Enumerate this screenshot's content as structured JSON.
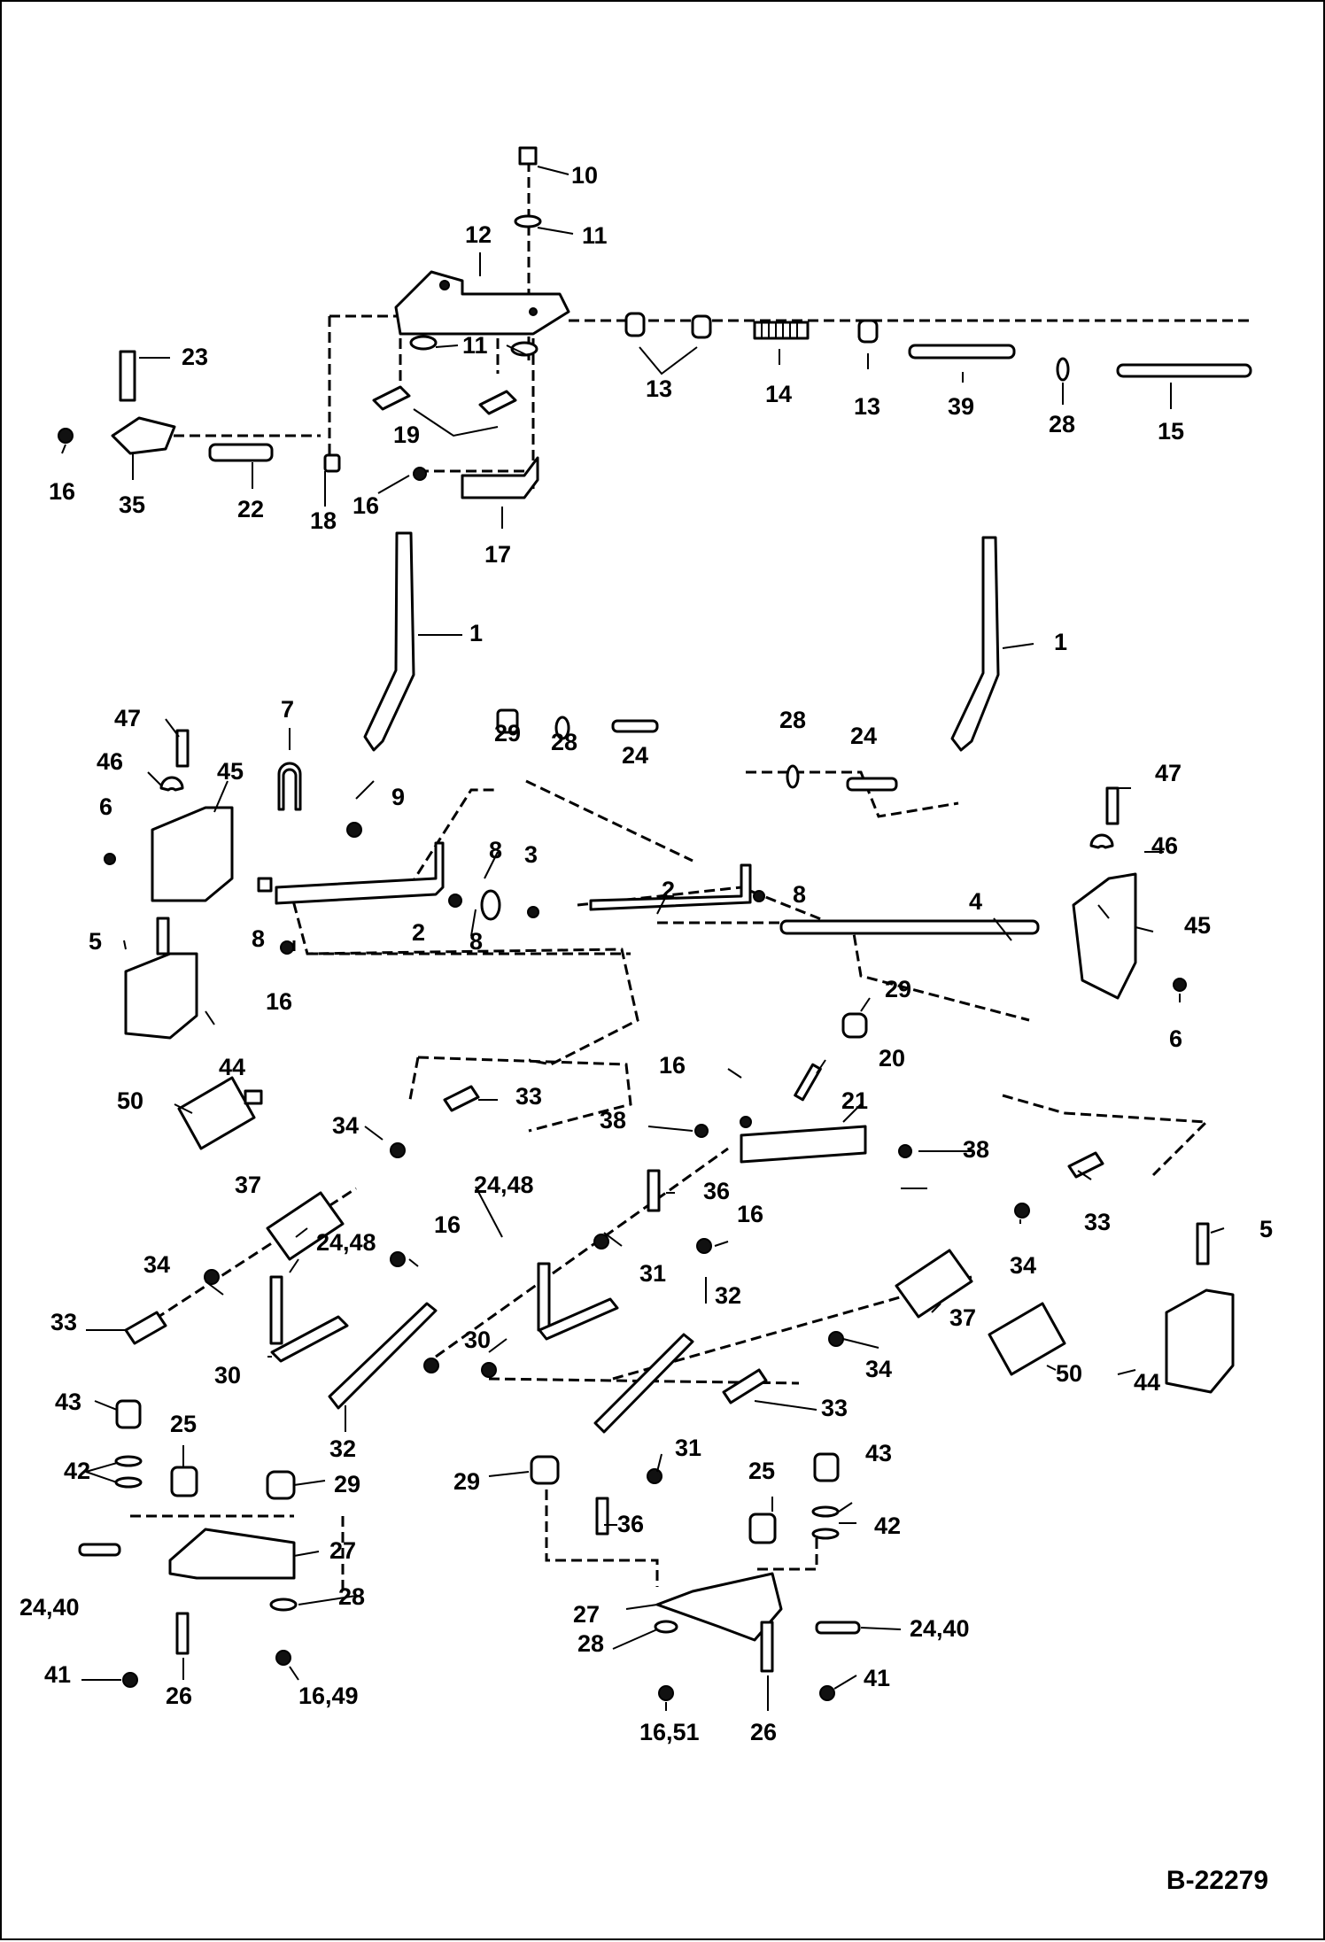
{
  "diagram": {
    "reference_code": "B-22279",
    "callouts": [
      "10",
      "11",
      "12",
      "11",
      "13",
      "14",
      "13",
      "39",
      "28",
      "15",
      "23",
      "16",
      "35",
      "22",
      "18",
      "19",
      "16",
      "17",
      "1",
      "1",
      "47",
      "46",
      "45",
      "7",
      "29",
      "28",
      "24",
      "28",
      "24",
      "6",
      "9",
      "8",
      "3",
      "8",
      "2",
      "2",
      "8",
      "8",
      "4",
      "16",
      "5",
      "47",
      "46",
      "45",
      "6",
      "29",
      "44",
      "50",
      "16",
      "20",
      "21",
      "33",
      "38",
      "38",
      "34",
      "37",
      "36",
      "16",
      "33",
      "24,48",
      "24,48",
      "16",
      "34",
      "31",
      "32",
      "33",
      "34",
      "37",
      "5",
      "30",
      "30",
      "34",
      "50",
      "44",
      "32",
      "33",
      "43",
      "25",
      "29",
      "42",
      "31",
      "29",
      "27",
      "24,40",
      "36",
      "28",
      "43",
      "25",
      "42",
      "27",
      "28",
      "24,40",
      "41",
      "26",
      "16,49",
      "41",
      "16,51",
      "26"
    ]
  },
  "icons": {
    "bolt": "bolt-icon",
    "nut": "nut-icon",
    "washer": "washer-icon",
    "spring": "spring-icon",
    "lever": "lever-icon",
    "bracket": "bracket-icon",
    "damper": "damper-icon",
    "rod": "rod-icon"
  }
}
